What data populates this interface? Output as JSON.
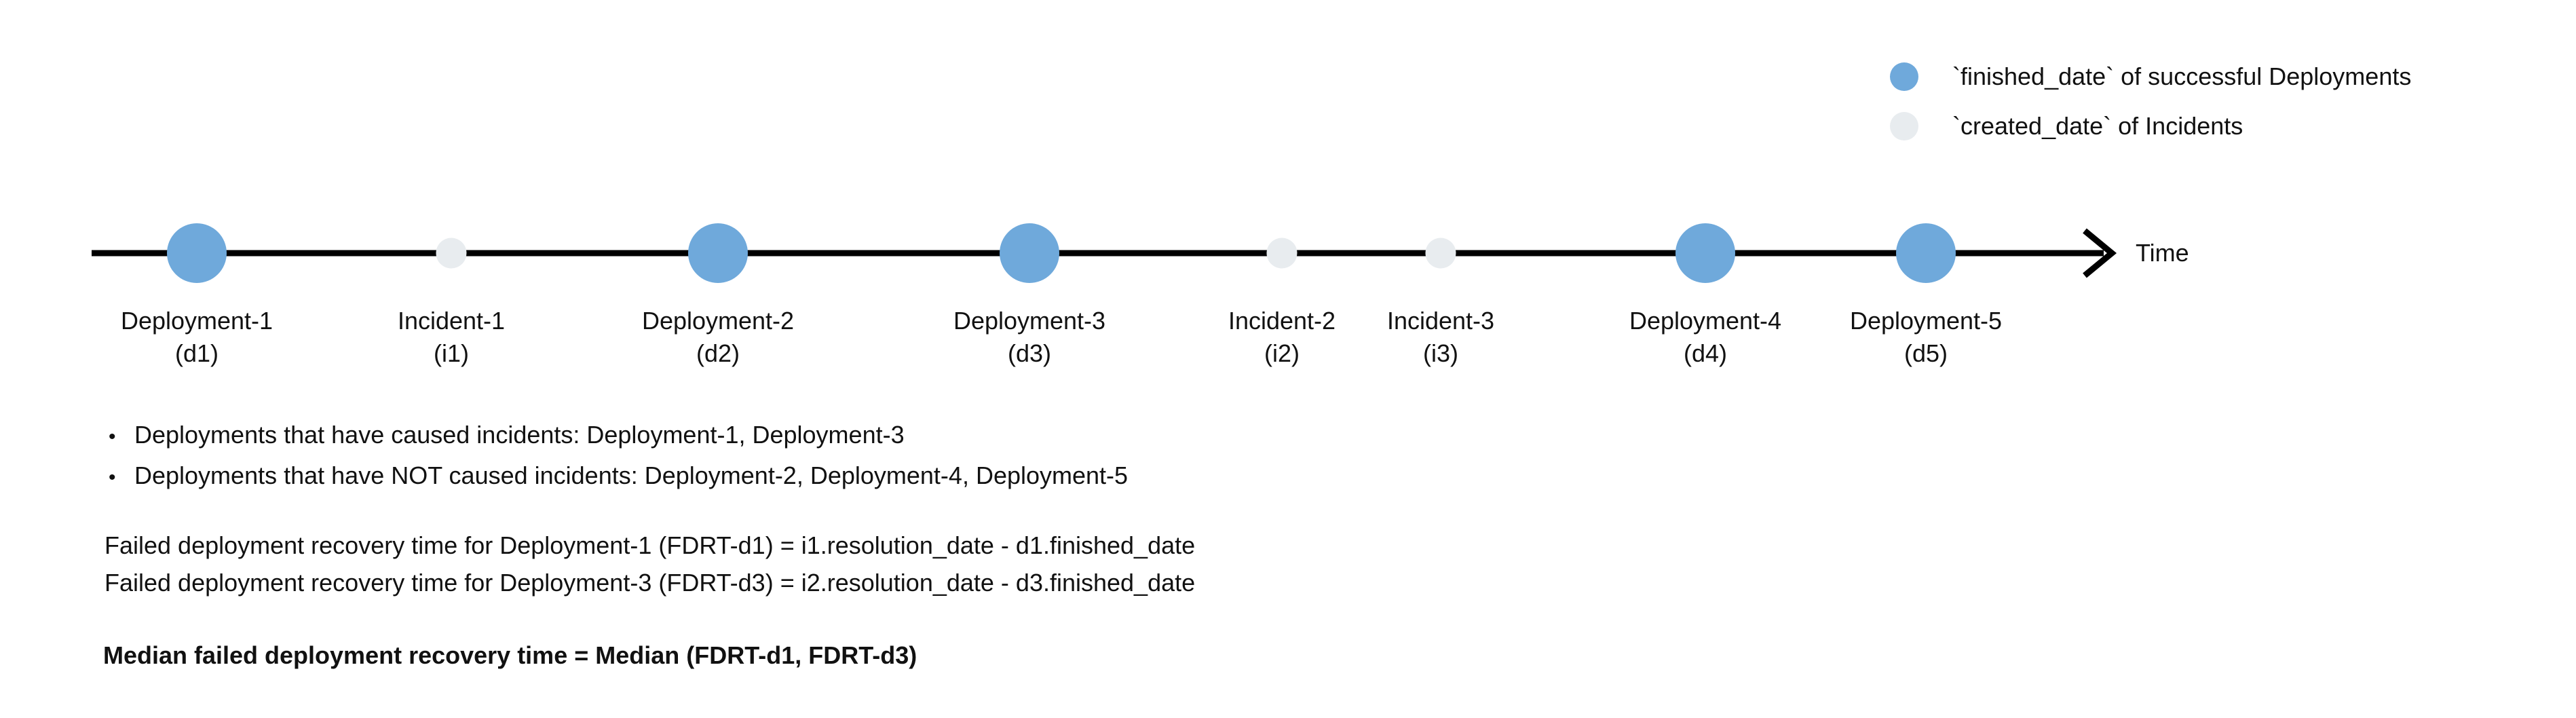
{
  "colors": {
    "deployment": "#6FA9DB",
    "incident": "#E8ECEF",
    "axis": "#000000",
    "text": "#111111"
  },
  "legend": {
    "items": [
      {
        "icon": "deployment-dot-icon",
        "label": "`finished_date` of successful Deployments"
      },
      {
        "icon": "incident-dot-icon",
        "label": "`created_date` of Incidents"
      }
    ]
  },
  "timeline": {
    "axis_label": "Time",
    "points": [
      {
        "type": "deployment",
        "name": "Deployment-1",
        "id_label": "(d1)"
      },
      {
        "type": "incident",
        "name": "Incident-1",
        "id_label": "(i1)"
      },
      {
        "type": "deployment",
        "name": "Deployment-2",
        "id_label": "(d2)"
      },
      {
        "type": "deployment",
        "name": "Deployment-3",
        "id_label": "(d3)"
      },
      {
        "type": "incident",
        "name": "Incident-2",
        "id_label": "(i2)"
      },
      {
        "type": "incident",
        "name": "Incident-3",
        "id_label": "(i3)"
      },
      {
        "type": "deployment",
        "name": "Deployment-4",
        "id_label": "(d4)"
      },
      {
        "type": "deployment",
        "name": "Deployment-5",
        "id_label": "(d5)"
      }
    ]
  },
  "notes": {
    "bullet_glyph": "•",
    "bullets": [
      "Deployments that have caused incidents: Deployment-1, Deployment-3",
      "Deployments that have NOT caused incidents: Deployment-2, Deployment-4, Deployment-5"
    ],
    "formulas": [
      "Failed deployment recovery time for Deployment-1 (FDRT-d1) = i1.resolution_date - d1.finished_date",
      "Failed deployment recovery time for Deployment-3 (FDRT-d3) = i2.resolution_date - d3.finished_date"
    ],
    "median_formula": "Median failed deployment recovery time = Median (FDRT-d1, FDRT-d3)"
  }
}
